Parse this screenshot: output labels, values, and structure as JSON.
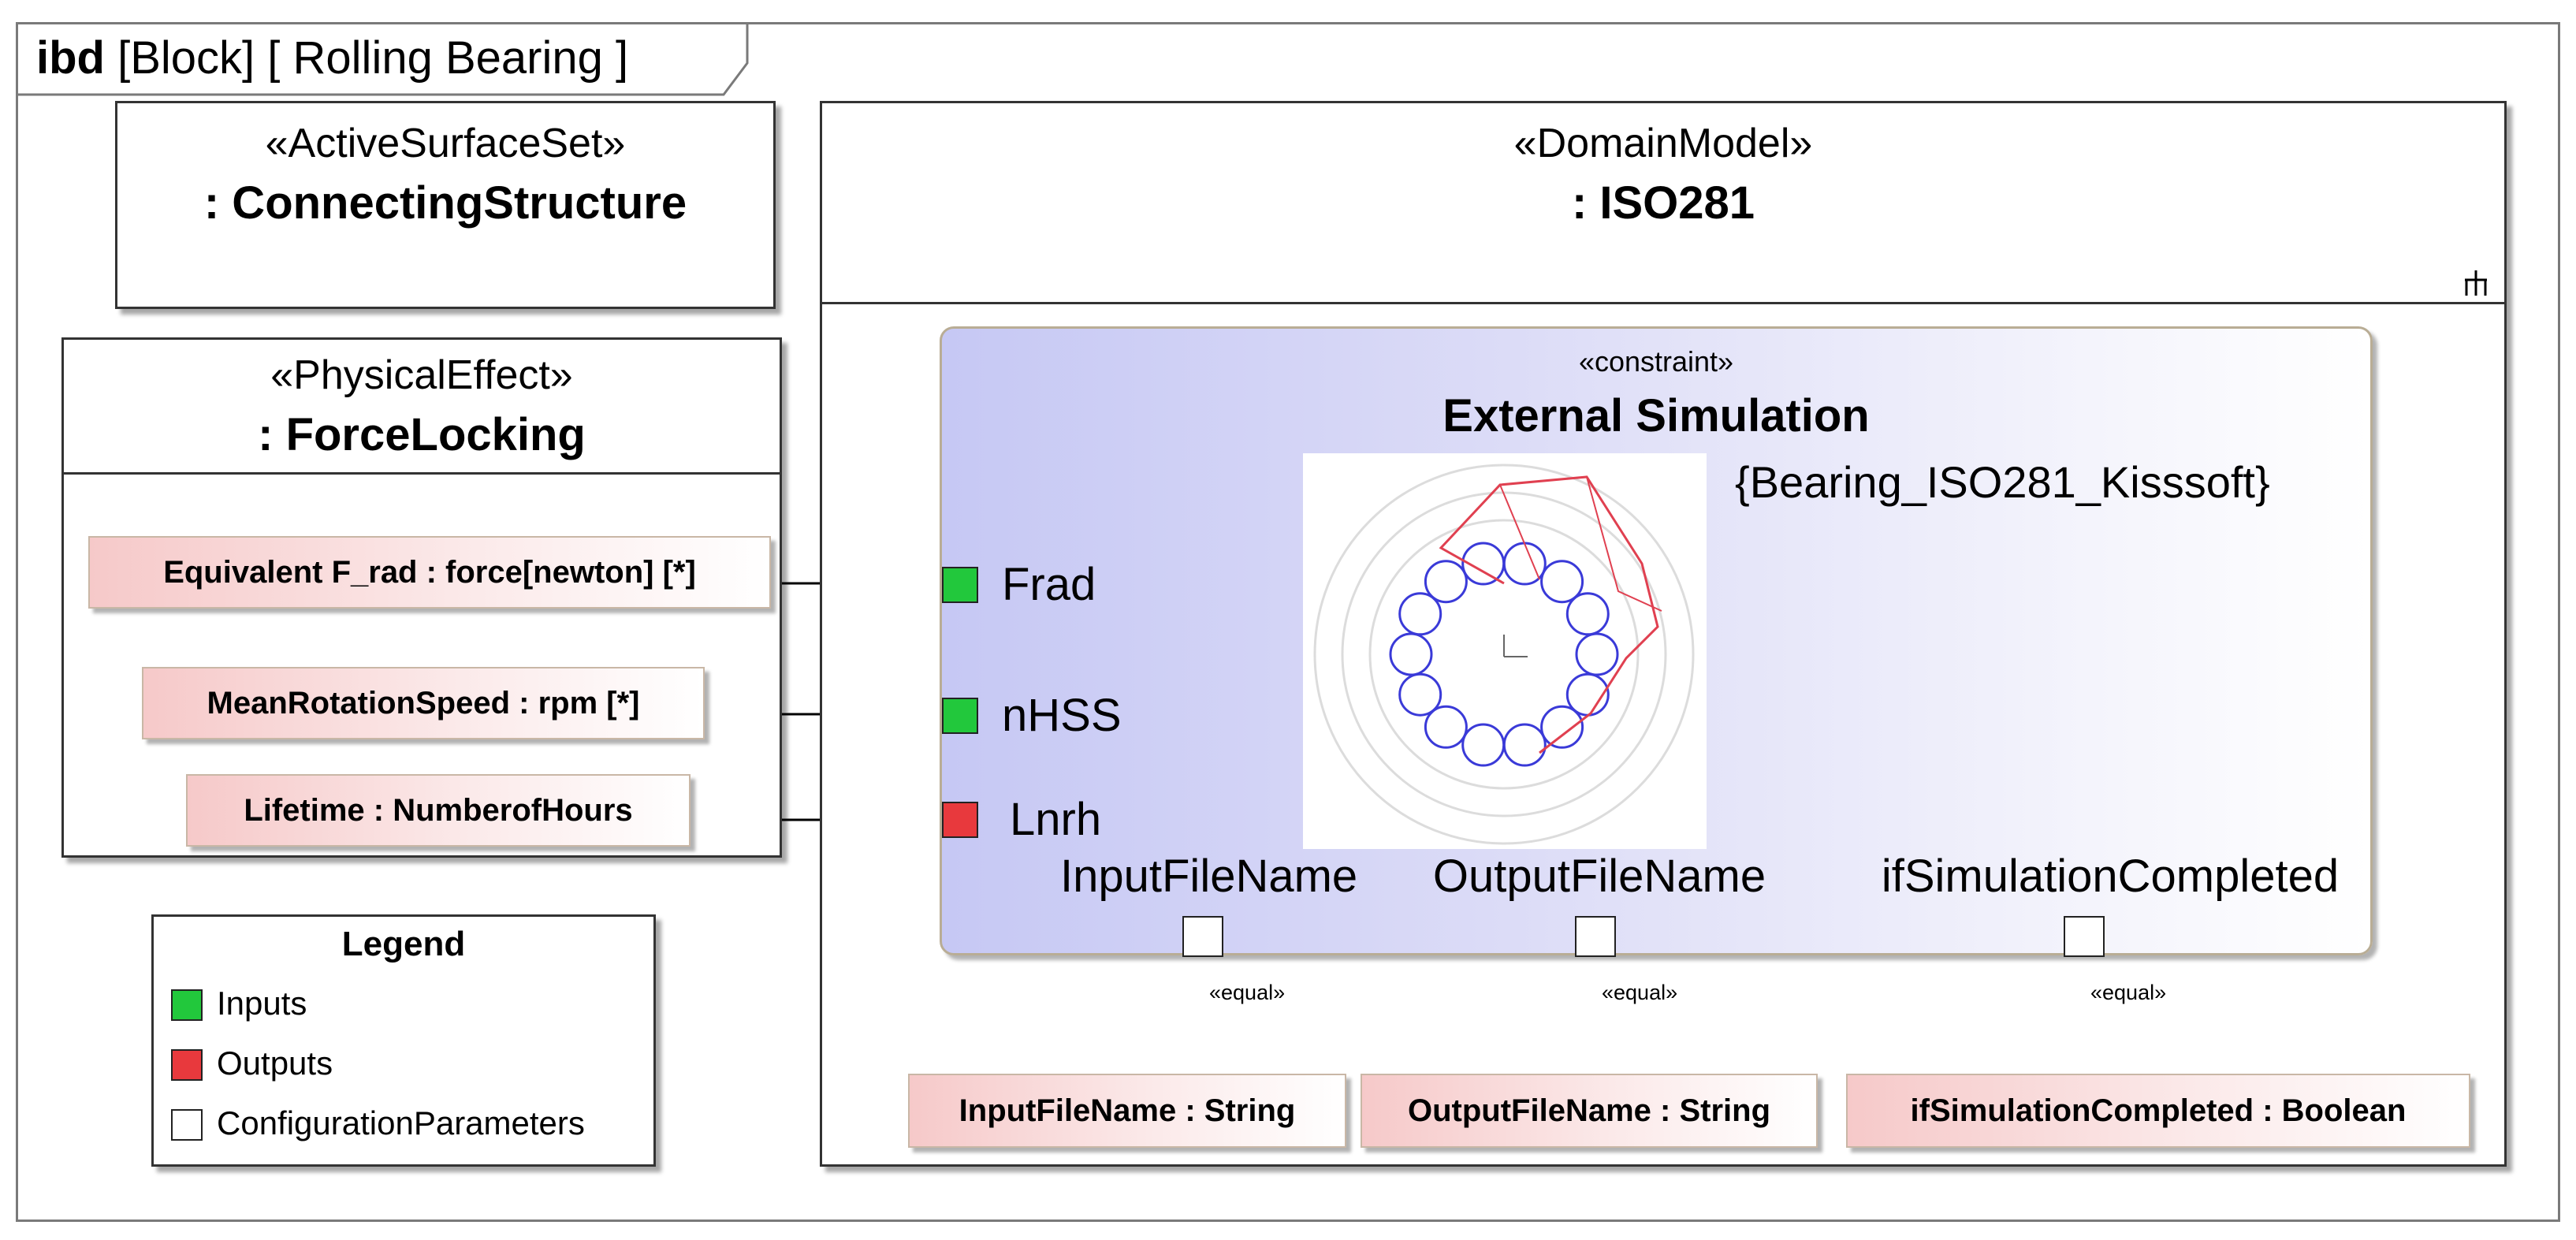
{
  "frame": {
    "kind": "ibd",
    "block": "[Block]",
    "name": "[ Rolling Bearing ]"
  },
  "active_surface": {
    "stereotype": "«ActiveSurfaceSet»",
    "name": ": ConnectingStructure"
  },
  "physical_effect": {
    "stereotype": "«PhysicalEffect»",
    "name": ": ForceLocking",
    "values": [
      "Equivalent F_rad : force[newton] [*]",
      "MeanRotationSpeed : rpm [*]",
      "Lifetime : NumberofHours"
    ]
  },
  "domain_model": {
    "stereotype": "«DomainModel»",
    "name": ": ISO281"
  },
  "constraint": {
    "stereotype": "«constraint»",
    "name": "External Simulation",
    "expression": "{Bearing_ISO281_Kisssoft}",
    "ports": [
      {
        "label": "Frad",
        "kind": "input",
        "color": "#22c83c"
      },
      {
        "label": "nHSS",
        "kind": "input",
        "color": "#22c83c"
      },
      {
        "label": "Lnrh",
        "kind": "output",
        "color": "#e8393d"
      }
    ],
    "config_ports": [
      {
        "label": "InputFileName"
      },
      {
        "label": "OutputFileName"
      },
      {
        "label": "ifSimulationCompleted"
      }
    ]
  },
  "equal_label": "«equal»",
  "config_values": [
    "InputFileName : String",
    "OutputFileName : String",
    "ifSimulationCompleted : Boolean"
  ],
  "legend": {
    "title": "Legend",
    "items": [
      {
        "label": "Inputs",
        "color": "#22c83c"
      },
      {
        "label": "Outputs",
        "color": "#e8393d"
      },
      {
        "label": "ConfigurationParameters",
        "color": "#ffffff"
      }
    ]
  }
}
